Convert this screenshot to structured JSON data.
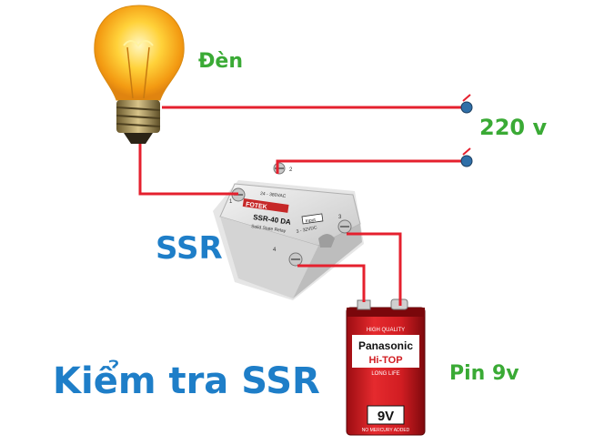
{
  "labels": {
    "lamp": "Đèn",
    "voltage": "220 v",
    "relay": "SSR",
    "title": "Kiểm tra SSR",
    "battery": "Pin 9v"
  },
  "ssr_device": {
    "brand": "FOTEK",
    "model": "SSR-40 DA",
    "subtitle": "Solid State Relay",
    "load_rating": "24 - 380VAC",
    "input_label": "Input",
    "input_rating": "3 - 32VDC",
    "terminals": [
      "1",
      "2",
      "3",
      "4"
    ]
  },
  "battery_device": {
    "top_text": "HIGH QUALITY",
    "brand": "Panasonic",
    "line": "Hi-TOP",
    "sub": "LONG LIFE",
    "voltage": "9V",
    "bottom_text": "NO MERCURY ADDED"
  },
  "colors": {
    "wire": "#e5202e",
    "label_green": "#3aaa35",
    "label_blue": "#1e7ec8"
  }
}
